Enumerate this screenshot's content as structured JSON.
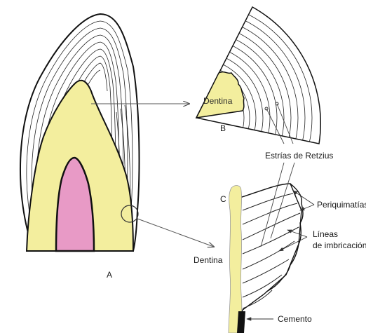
{
  "labels": {
    "panel_a": "A",
    "panel_b": "B",
    "panel_c": "C",
    "dentina_b": "Dentina",
    "dentina_c": "Dentina",
    "estrias": "Estrías de Retzius",
    "periquimatias": "Periquimatías",
    "lineas_1": "Líneas",
    "lineas_2": "de imbricación",
    "cemento": "Cemento"
  },
  "colors": {
    "dentin": "#f3ee9e",
    "pulp": "#e89ac6",
    "enamel": "#ffffff",
    "stroke": "#111111",
    "arrow": "#555555"
  }
}
